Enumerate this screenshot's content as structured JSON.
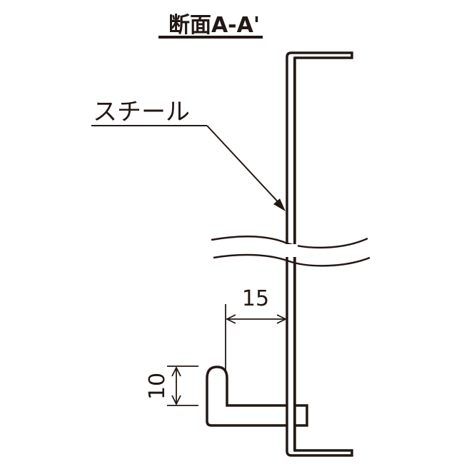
{
  "title": "断面A-A'",
  "labels": {
    "material": "スチール",
    "dim_horizontal": "15",
    "dim_vertical": "10"
  },
  "colors": {
    "stroke": "#231815",
    "background": "#ffffff"
  }
}
